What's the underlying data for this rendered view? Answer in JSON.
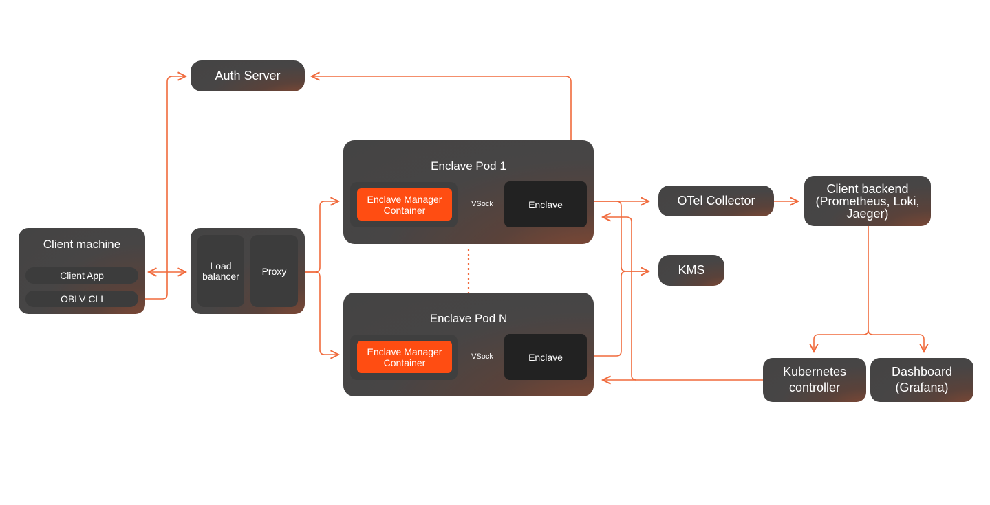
{
  "auth_server": {
    "label": "Auth Server"
  },
  "client_machine": {
    "title": "Client machine",
    "client_app": "Client App",
    "oblv_cli": "OBLV CLI"
  },
  "load_balancer_group": {
    "load_balancer": "Load balancer",
    "proxy": "Proxy"
  },
  "pod1": {
    "title": "Enclave Pod 1",
    "manager": "Enclave Manager Container",
    "vsock": "VSock",
    "enclave": "Enclave"
  },
  "podN": {
    "title": "Enclave Pod N",
    "manager": "Enclave Manager Container",
    "vsock": "VSock",
    "enclave": "Enclave"
  },
  "otel": {
    "label": "OTel Collector"
  },
  "kms": {
    "label": "KMS"
  },
  "client_backend": {
    "label": "Client backend (Prometheus, Loki, Jaeger)"
  },
  "kubernetes_controller": {
    "label": "Kubernetes controller"
  },
  "dashboard": {
    "label": "Dashboard (Grafana)"
  },
  "colors": {
    "accent": "#ff4d12",
    "line": "#f06a3c",
    "box": "#474747",
    "enclave": "#222222"
  }
}
